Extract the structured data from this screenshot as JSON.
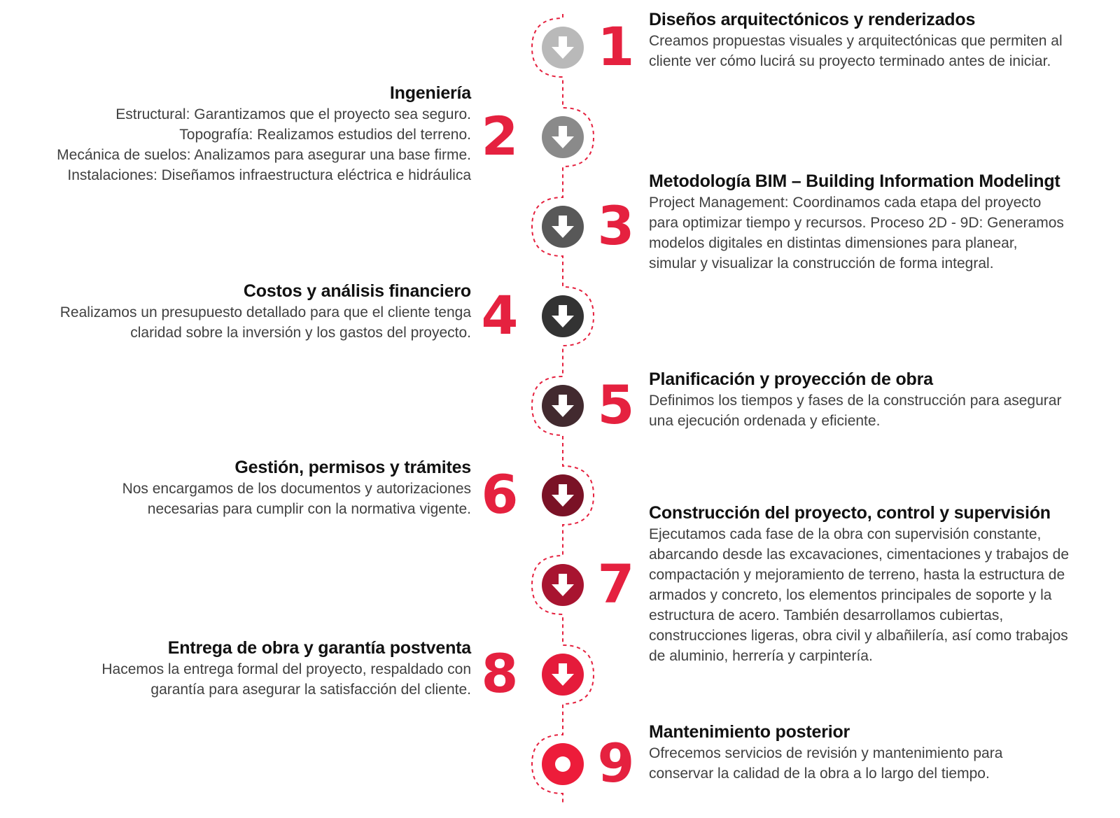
{
  "colors": {
    "accent": "#e5213f",
    "path": "#e5213f",
    "circles": [
      "#b9b9b9",
      "#8a8a8a",
      "#585858",
      "#333333",
      "#422a2f",
      "#7a1226",
      "#a81430",
      "#e51b3b",
      "#ed1c3a"
    ]
  },
  "steps": [
    {
      "number": "1",
      "icon": "arrow-down-circle-icon",
      "title": "Diseños arquitectónicos y renderizados",
      "lines": [
        "Creamos propuestas visuales y arquitectónicas que permiten al",
        "cliente ver cómo lucirá su proyecto terminado antes de iniciar."
      ]
    },
    {
      "number": "2",
      "icon": "arrow-down-circle-icon",
      "title": "Ingeniería",
      "lines": [
        "Estructural: Garantizamos que el proyecto sea seguro.",
        "Topografía: Realizamos estudios del terreno.",
        "Mecánica de suelos: Analizamos para asegurar una base firme.",
        "Instalaciones: Diseñamos infraestructura eléctrica e hidráulica"
      ]
    },
    {
      "number": "3",
      "icon": "arrow-down-circle-icon",
      "title": "Metodología BIM – Building Information Modelingt",
      "lines": [
        "Project Management: Coordinamos cada etapa del proyecto",
        "para optimizar tiempo y recursos. Proceso 2D - 9D: Generamos",
        "modelos digitales en distintas dimensiones para planear,",
        "simular y visualizar la construcción de forma integral."
      ]
    },
    {
      "number": "4",
      "icon": "arrow-down-circle-icon",
      "title": "Costos y análisis financiero",
      "lines": [
        "Realizamos un presupuesto detallado para que el cliente tenga",
        "claridad sobre la inversión y los gastos del proyecto."
      ]
    },
    {
      "number": "5",
      "icon": "arrow-down-circle-icon",
      "title": "Planificación y proyección de obra",
      "lines": [
        "Definimos los tiempos y fases de la construcción para asegurar",
        "una ejecución ordenada y eficiente."
      ]
    },
    {
      "number": "6",
      "icon": "arrow-down-circle-icon",
      "title": "Gestión, permisos y trámites",
      "lines": [
        "Nos encargamos de los documentos y autorizaciones",
        "necesarias para cumplir con la normativa vigente."
      ]
    },
    {
      "number": "7",
      "icon": "arrow-down-circle-icon",
      "title": "Construcción del proyecto, control y supervisión",
      "lines": [
        "Ejecutamos cada fase de la obra con supervisión constante,",
        "abarcando desde las excavaciones, cimentaciones y trabajos de",
        "compactación y mejoramiento de terreno, hasta la estructura de",
        "armados y concreto, los elementos principales de soporte y la",
        "estructura de acero. También desarrollamos cubiertas,",
        "construcciones ligeras, obra civil y albañilería, así como trabajos",
        "de aluminio, herrería y carpintería."
      ]
    },
    {
      "number": "8",
      "icon": "arrow-down-circle-icon",
      "title": "Entrega de obra y garantía postventa",
      "lines": [
        "Hacemos la entrega formal del proyecto, respaldado con",
        "garantía para asegurar la satisfacción del cliente."
      ]
    },
    {
      "number": "9",
      "icon": "ring-circle-icon",
      "title": "Mantenimiento posterior",
      "lines": [
        "Ofrecemos servicios de revisión y mantenimiento para",
        "conservar la calidad de la obra a lo largo del tiempo."
      ]
    }
  ]
}
